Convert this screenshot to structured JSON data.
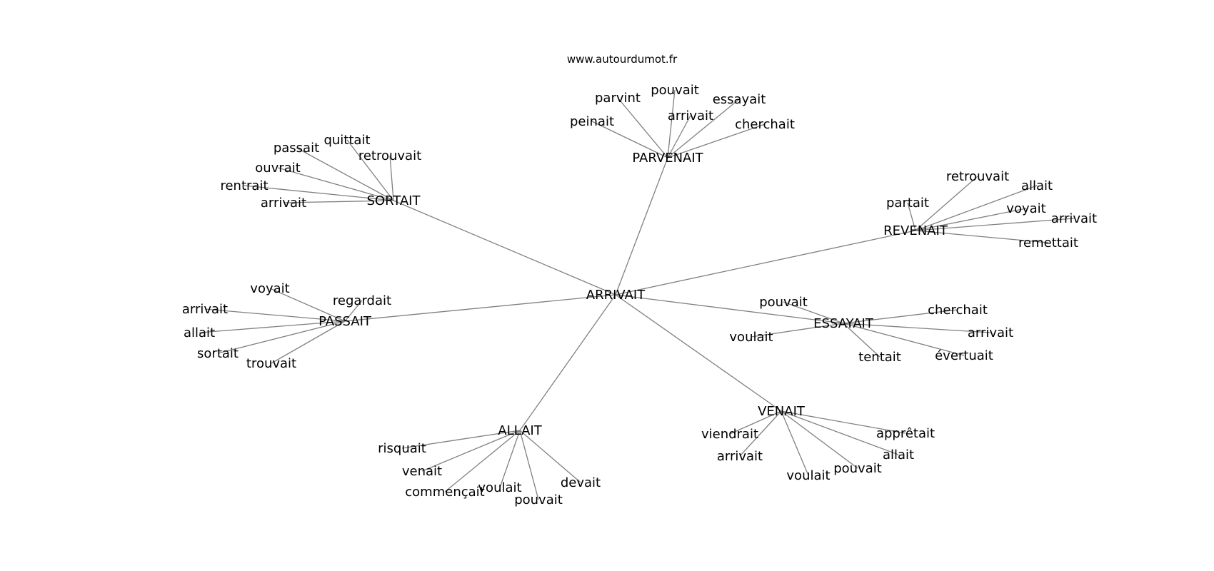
{
  "site": "www.autourdumot.fr",
  "style": {
    "edge_color": "#808080",
    "text_color": "#000000",
    "background": "#ffffff"
  },
  "center": "ARRIVAIT",
  "clusters": [
    {
      "name": "PARVENAIT",
      "words": [
        "parvint",
        "pouvait",
        "essayait",
        "peinait",
        "arrivait",
        "cherchait"
      ]
    },
    {
      "name": "SORTAIT",
      "words": [
        "quittait",
        "passait",
        "retrouvait",
        "ouvrait",
        "rentrait",
        "arrivait"
      ]
    },
    {
      "name": "REVENAIT",
      "words": [
        "retrouvait",
        "allait",
        "partait",
        "voyait",
        "arrivait",
        "remettait"
      ]
    },
    {
      "name": "PASSAIT",
      "words": [
        "voyait",
        "regardait",
        "arrivait",
        "allait",
        "sortait",
        "trouvait"
      ]
    },
    {
      "name": "ESSAYAIT",
      "words": [
        "pouvait",
        "cherchait",
        "voulait",
        "arrivait",
        "tentait",
        "évertuait"
      ]
    },
    {
      "name": "ALLAIT",
      "words": [
        "risquait",
        "venait",
        "commençait",
        "voulait",
        "pouvait",
        "devait"
      ]
    },
    {
      "name": "VENAIT",
      "words": [
        "viendrait",
        "apprêtait",
        "arrivait",
        "allait",
        "voulait",
        "pouvait"
      ]
    }
  ]
}
